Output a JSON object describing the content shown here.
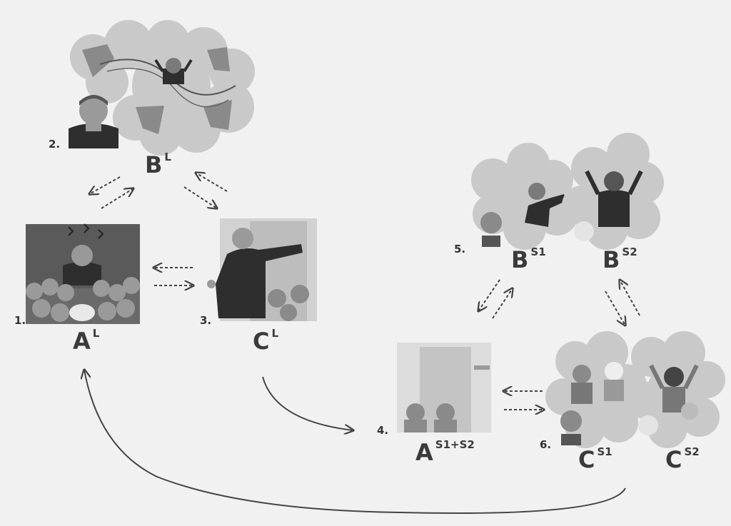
{
  "stages": [
    {
      "id": "1",
      "number": "1.",
      "letter": "A",
      "sup": "L"
    },
    {
      "id": "2",
      "number": "2.",
      "letter": "B",
      "sup": "L"
    },
    {
      "id": "3",
      "number": "3.",
      "letter": "C",
      "sup": "L"
    },
    {
      "id": "4",
      "number": "4.",
      "letter": "A",
      "sup": "S1+S2"
    },
    {
      "id": "5",
      "number": "5.",
      "letters": [
        {
          "letter": "B",
          "sup": "S1"
        },
        {
          "letter": "B",
          "sup": "S2"
        }
      ]
    },
    {
      "id": "6",
      "number": "6.",
      "letters": [
        {
          "letter": "C",
          "sup": "S1"
        },
        {
          "letter": "C",
          "sup": "S2"
        }
      ]
    }
  ],
  "colors": {
    "background": "#f1f1f1",
    "cloud": "#c9c9c9",
    "figure": "#555555",
    "dark": "#2e2e2e",
    "arrow": "#444444"
  }
}
